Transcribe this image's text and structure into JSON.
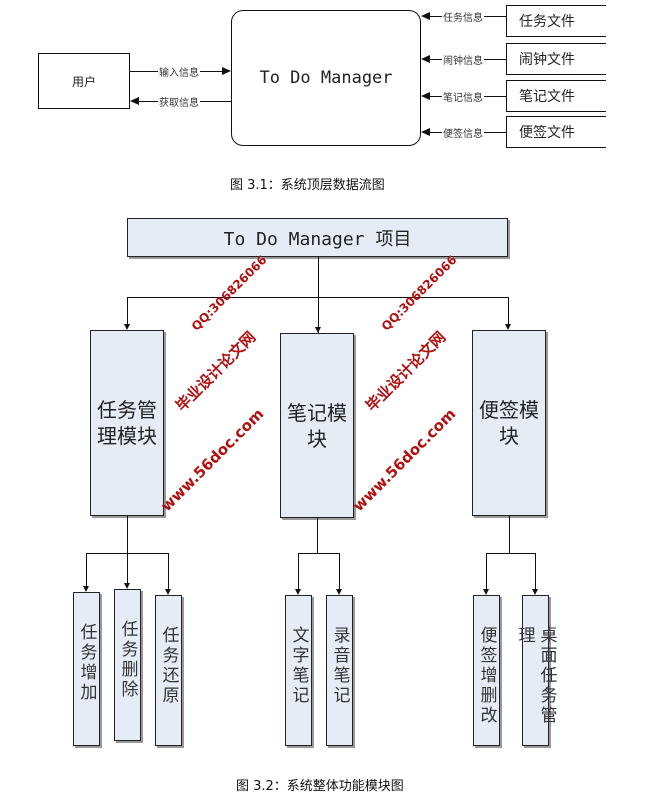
{
  "figure1": {
    "user": "用户",
    "system": "To Do Manager",
    "flows_left": [
      "输入信息",
      "获取信息"
    ],
    "files": [
      {
        "name": "任务文件",
        "flow": "任务信息"
      },
      {
        "name": "闹钟文件",
        "flow": "闹钟信息"
      },
      {
        "name": "笔记文件",
        "flow": "笔记信息"
      },
      {
        "name": "便签文件",
        "flow": "便签信息"
      }
    ],
    "caption": "图 3.1：系统顶层数据流图"
  },
  "figure2": {
    "root": "To Do Manager 项目",
    "modules": [
      {
        "name": "任务管理模块",
        "children": [
          "任务增加",
          "任务删除",
          "任务还原"
        ]
      },
      {
        "name": "笔记模块",
        "children": [
          "文字笔记",
          "录音笔记"
        ]
      },
      {
        "name": "便签模块",
        "children": [
          "便签增删改",
          "桌面任务管理"
        ]
      }
    ],
    "caption": "图 3.2：系统整体功能模块图"
  },
  "watermark": {
    "site": "www.56doc.com",
    "name": "毕业设计论文网",
    "qq": "QQ:306826066",
    "color": "#b01010"
  }
}
